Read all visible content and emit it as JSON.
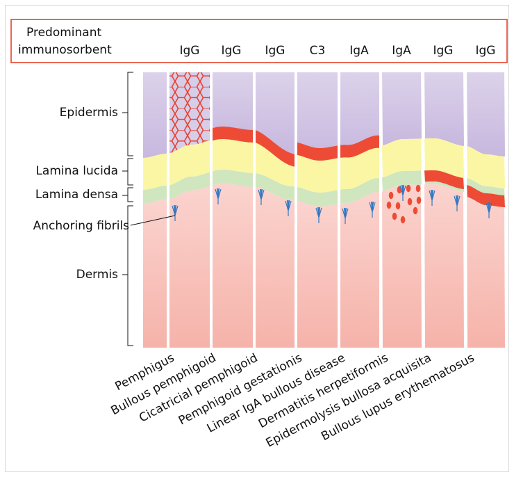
{
  "header": {
    "title_line1": "Predominant",
    "title_line2": "immunosorbent",
    "immunoreactants": [
      "IgG",
      "IgG",
      "IgG",
      "C3",
      "IgA",
      "IgA",
      "IgG",
      "IgG"
    ]
  },
  "layers": {
    "epidermis": "Epidermis",
    "lamina_lucida": "Lamina lucida",
    "lamina_densa": "Lamina densa",
    "anchoring_fibrils": "Anchoring fibrils",
    "dermis": "Dermis"
  },
  "diseases": [
    "Pemphigus",
    "Bullous pemphigoid",
    "Cicatricial pemphigoid",
    "Pemphigoid gestationis",
    "Linear IgA bullous disease",
    "Dermatitis herpetiformis",
    "Epidermolysis bullosa acquisita",
    "Bullous lupus erythematosus"
  ],
  "colors": {
    "border": "#d9d9d9",
    "header_border": "#e8402a",
    "epidermis": "#cdbfe0",
    "lamina_lucida": "#fbf6a3",
    "lamina_densa": "#cfe6bf",
    "dermis": "#f8c4bd",
    "deposit": "#ee4b36",
    "fibril": "#2f78c4"
  }
}
